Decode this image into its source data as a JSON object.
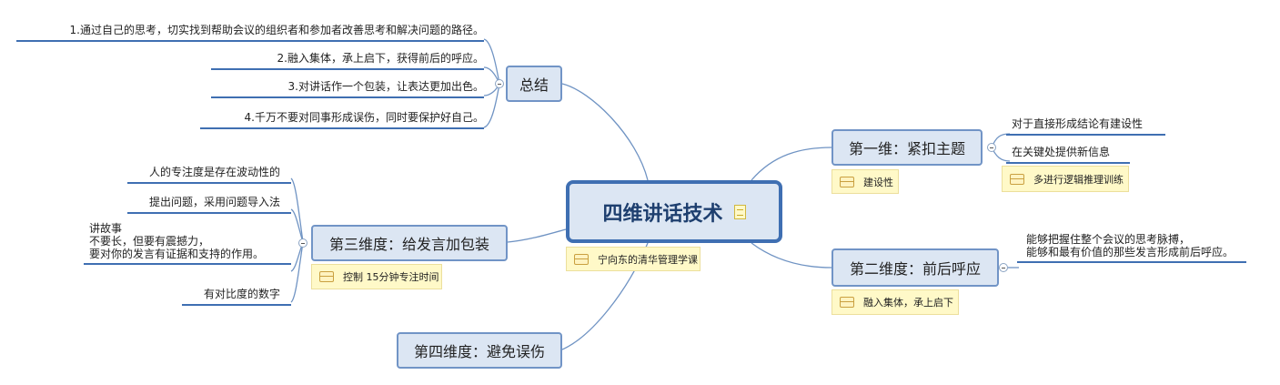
{
  "central": {
    "title": "四维讲话技术"
  },
  "central_note": "宁向东的清华管理学课",
  "summary": {
    "title": "总结",
    "items": [
      "1.通过自己的思考，切实找到帮助会议的组织者和参加者改善思考和解决问题的路径。",
      "2.融入集体，承上启下，获得前后的呼应。",
      "3.对讲话作一个包装，让表达更加出色。",
      "4.千万不要对同事形成误伤，同时要保护好自己。"
    ]
  },
  "dim1": {
    "title": "第一维：紧扣主题",
    "note": "建设性",
    "items": [
      "对于直接形成结论有建设性",
      "在关键处提供新信息"
    ],
    "subnote": "多进行逻辑推理训练"
  },
  "dim2": {
    "title": "第二维度：前后呼应",
    "note": "融入集体，承上启下",
    "item": "能够把握住整个会议的思考脉搏，\n能够和最有价值的那些发言形成前后呼应。"
  },
  "dim3": {
    "title": "第三维度：给发言加包装",
    "note": "控制 15分钟专注时间",
    "items": [
      "人的专注度是存在波动性的",
      "提出问题，采用问题导入法",
      "讲故事\n不要长，但要有震撼力，\n要对你的发言有证据和支持的作用。",
      "有对比度的数字"
    ]
  },
  "dim4": {
    "title": "第四维度：避免误伤"
  },
  "colors": {
    "line": "#6f93c3",
    "leaf_underline": "#3f6fb2",
    "node_fill": "#dce6f3",
    "note_fill": "#fff9c8"
  }
}
